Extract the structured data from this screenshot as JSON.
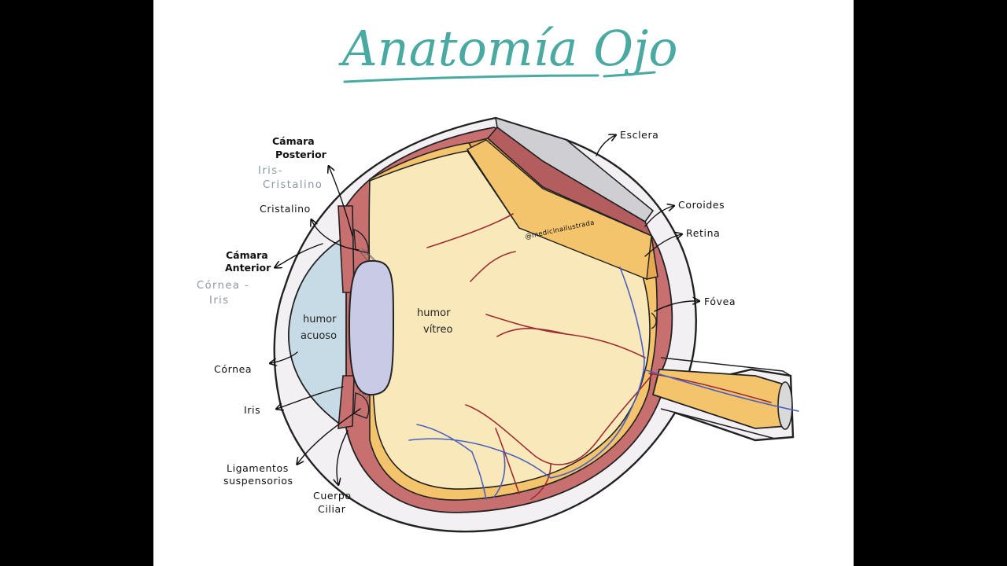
{
  "title": "Anatomía Ojo",
  "credit": "@medicinailustrada",
  "labels": {
    "camara_posterior_1": "Cámara",
    "camara_posterior_2": "Posterior",
    "iris_cristalino_1": "Iris-",
    "iris_cristalino_2": "Cristalino",
    "cristalino": "Cristalino",
    "camara_anterior_1": "Cámara",
    "camara_anterior_2": "Anterior",
    "cornea_iris_1": "Córnea -",
    "cornea_iris_2": "Iris",
    "cornea": "Córnea",
    "iris": "Iris",
    "ligamentos_1": "Ligamentos",
    "ligamentos_2": "suspensorios",
    "cuerpo_ciliar_1": "Cuerpo",
    "cuerpo_ciliar_2": "Ciliar",
    "esclera": "Esclera",
    "coroides": "Coroides",
    "retina": "Retina",
    "fovea": "Fóvea",
    "humor_vitreo_1": "humor",
    "humor_vitreo_2": "vítreo",
    "humor_acuoso_1": "humor",
    "humor_acuoso_2": "acuoso"
  },
  "colors": {
    "title": "#4aa9a1",
    "sclera": "#f3f0f4",
    "choroid": "#c8706f",
    "retina": "#f3c46b",
    "vitreous": "#f8e8ba",
    "aqueous": "#c6dbe6",
    "lens": "#c9cae6",
    "artery": "#9e2b32",
    "vein": "#4a5fc2"
  }
}
